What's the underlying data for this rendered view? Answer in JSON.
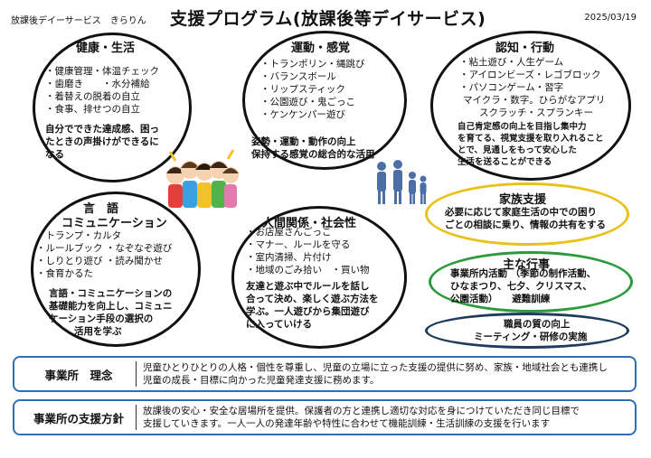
{
  "header": {
    "org": "放課後デイーサービス　きらりん",
    "title": "支援プログラム(放課後等デイサービス)",
    "date": "2025/03/19"
  },
  "health": {
    "title": "健康・生活",
    "items": [
      "・健康管理・体温チェック",
      "・歯磨き　　・水分補給",
      "・着替えの脱着の自立",
      "・食事、排せつの自立"
    ],
    "summary": [
      "自分でできた達成感、困っ",
      "たときの声掛けができるに",
      "なる"
    ]
  },
  "motor": {
    "title": "運動・感覚",
    "items": [
      "・トランポリン・縄跳び",
      "・バランスボール",
      "・リップスティック",
      "・公園遊び・鬼ごっこ",
      "・ケンケンパー遊び"
    ],
    "summary": [
      "姿勢・運動・動作の向上",
      "保持する感覚の総合的な活用"
    ]
  },
  "cognition": {
    "title": "認知・行動",
    "items": [
      "・粘土遊び・人生ゲーム",
      "・アイロンビーズ・レゴブロック",
      "・パソコンゲーム・習字",
      "マイクラ・数字。ひらがなアプリ",
      "スクラッチ・スプランキー"
    ],
    "summary": [
      "自己肯定感の向上を目指し集中力",
      "を育てる、視覚支援を取り入れること",
      "とで、見通しをもって安心した",
      "生活を送ることができる"
    ]
  },
  "language": {
    "title": "言　語",
    "subtitle": "コミュニケーション",
    "items": [
      "・トランプ・カルタ",
      "・ルールブック ・なぞなぞ遊び",
      "・しりとり遊び ・読み聞かせ",
      "・食育かるた"
    ],
    "summary": [
      "言語・コミュニケーションの",
      "基礎能力を向上し、コミュニ",
      "ケーション手段の選択の",
      "活用を学ぶ"
    ]
  },
  "social": {
    "title": "人間関係・社会性",
    "items": [
      "・お店屋さんごっこ",
      "・マナー、ルールを守る",
      "・室内清掃、片付け",
      "・地域のごみ拾い　・買い物"
    ],
    "summary": [
      "友達と遊ぶ中でルールを話し",
      "合って決め、楽しく遊ぶ方法を",
      "学ぶ。一人遊びから集団遊び",
      "に入っていける"
    ]
  },
  "family": {
    "title": "家族支援",
    "lines": [
      "必要に応じて家庭生活の中での困り",
      "ごとの相談に乗り、情報の共有をする"
    ],
    "color": "#e8c21a"
  },
  "events": {
    "title": "主な行事",
    "lines": [
      "事業所内活動 （季節の制作活動、",
      "ひなまつり、七夕、クリスマス、",
      "公園活動）　　避難訓練"
    ],
    "color": "#2e9a3e"
  },
  "staff": {
    "lines": [
      "職員の質の向上",
      "ミーティング・研修の実施"
    ],
    "color": "#1f3b5c"
  },
  "philosophy": {
    "label": "事業所　理念",
    "lines": [
      "児童ひとりひとりの人格・個性を尊重し、児童の立場に立った支援の提供に努め、家族・地域社会とも連携し",
      "児童の成長・目標に向かった児童発達支援に務めます。"
    ]
  },
  "policy": {
    "label": "事業所の支援方針",
    "lines": [
      "放課後の安心・安全な居場所を提供。保護者の方と連携し適切な対応を身につけていただき同じ目標で",
      "支援していきます。一人一人の発達年齢や特性に合わせて機能訓練・生活訓練の支援を行います"
    ]
  },
  "icons": [
    "children-group-illustration",
    "family-silhouette-icon"
  ],
  "accent": "#2f6fb5"
}
